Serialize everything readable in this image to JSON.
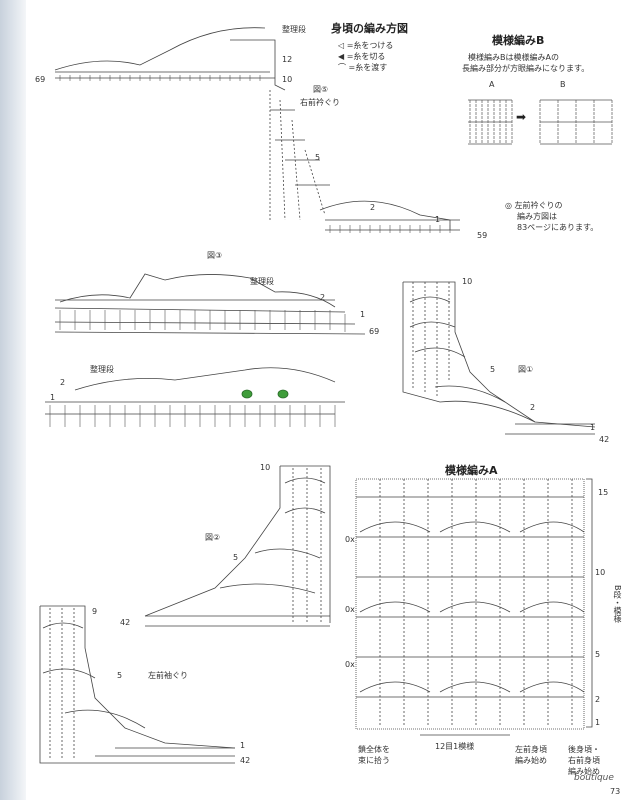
{
  "heading": {
    "title": "身頃の編み方図",
    "legend": [
      {
        "symbol": "◁",
        "text": "=糸をつける"
      },
      {
        "symbol": "◀",
        "text": "=糸を切る"
      },
      {
        "symbol": "⌒",
        "text": "=糸を渡す"
      }
    ]
  },
  "fig5": {
    "caption": "図⑤",
    "subcaption": "右前衿ぐり",
    "rows": {
      "top": "整理段",
      "r12": "12",
      "r10": "10",
      "r5": "5",
      "r2": "2",
      "r1": "1",
      "st69": "69",
      "st59": "59"
    }
  },
  "patternB": {
    "title": "模様編みB",
    "desc1": "模様編みBは模様編みAの",
    "desc2": "長編み部分が方眼編みになります。",
    "labelA": "A",
    "labelB": "B",
    "arrow": "➡"
  },
  "note": {
    "bullet": "◎",
    "line1": "左前衿ぐりの",
    "line2": "編み方図は",
    "line3": "83ページにあります。"
  },
  "fig3": {
    "caption": "図③",
    "top": "整理段",
    "r2": "2",
    "r1": "1",
    "st69": "69",
    "bottomTop": "整理段",
    "b2": "2",
    "b1": "1"
  },
  "fig1": {
    "caption": "図①",
    "r10": "10",
    "r5": "5",
    "r2": "2",
    "r1": "1",
    "st42": "42"
  },
  "patternA": {
    "title": "模様編みA",
    "r15": "15",
    "r10": "10",
    "r5": "5",
    "r2": "2",
    "r1": "1",
    "sideLabel": "B段・模様",
    "rep": "12目1模様",
    "chainNote1": "鎖全体を",
    "chainNote2": "束に拾う",
    "startNote1": "左前身頃",
    "startNote2": "編み始め",
    "backNote1": "後身頃・",
    "backNote2": "右前身頃",
    "backNote3": "編み始め",
    "mark": "0x"
  },
  "fig2": {
    "caption": "図②",
    "r10": "10",
    "r5": "5",
    "st42": "42"
  },
  "sleeve": {
    "caption": "左前袖ぐり",
    "r9": "9",
    "r5": "5",
    "r1": "1",
    "st42": "42"
  },
  "footer": {
    "brand": "boutique",
    "page": "73"
  }
}
